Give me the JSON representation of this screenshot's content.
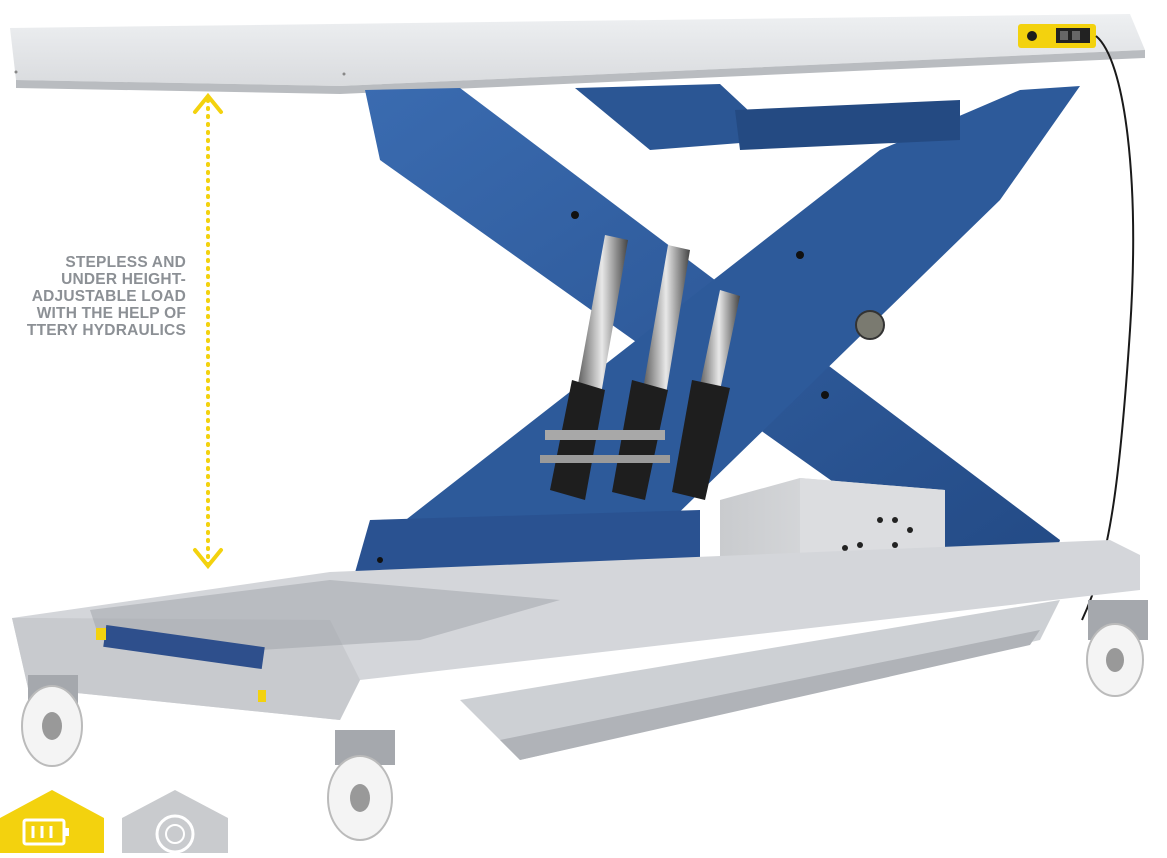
{
  "callout": {
    "lines": [
      "STEPLESS AND",
      "UNDER HEIGHT-",
      "ADJUSTABLE LOAD",
      "WITH THE HELP OF",
      "TTERY HYDRAULICS"
    ]
  },
  "colors": {
    "accent_yellow": "#f3d20e",
    "frame_blue": "#2f5d9c",
    "frame_grey": "#d4d6da",
    "text_grey": "#8c9095"
  },
  "icons": {
    "badge_1": "battery-icon",
    "badge_2": "socket-icon"
  }
}
